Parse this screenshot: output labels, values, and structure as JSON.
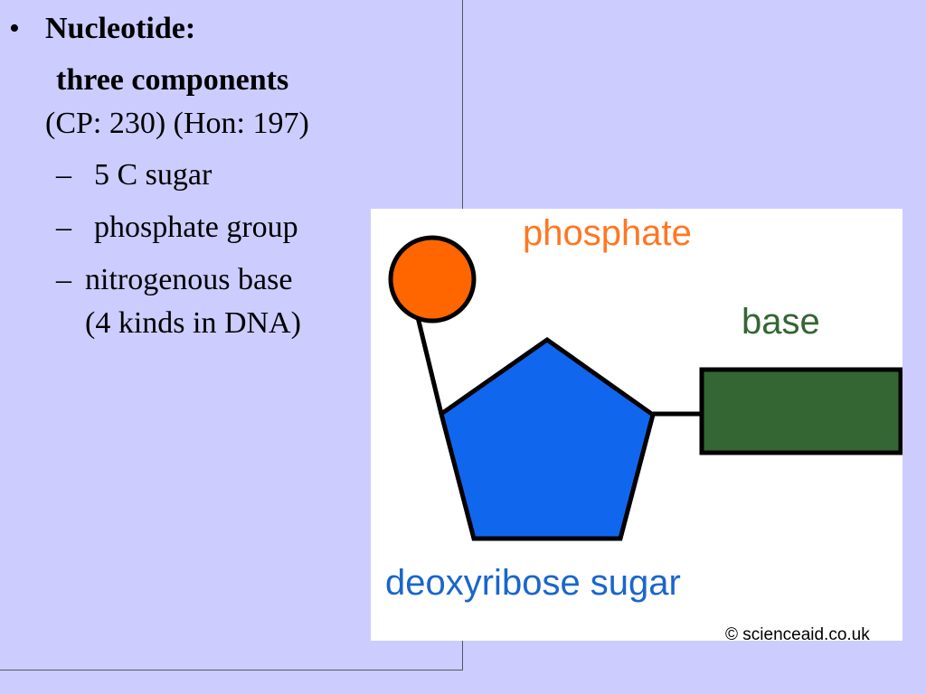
{
  "slide": {
    "bullet_symbol": "•",
    "heading": "Nucleotide:",
    "subheading": "three components",
    "references": "(CP: 230) (Hon: 197)",
    "items": [
      {
        "dash": "–",
        "text": "5 C sugar"
      },
      {
        "dash": "–",
        "text": "phosphate group"
      },
      {
        "dash": "–",
        "text": "nitrogenous base",
        "text_line2": "(4 kinds in DNA)"
      }
    ]
  },
  "figure": {
    "labels": {
      "phosphate": "phosphate",
      "base": "base",
      "sugar": "deoxyribose sugar"
    },
    "credit": "© scienceaid.co.uk",
    "colors": {
      "phosphate": "#ff6600",
      "phosphate_label": "#ff7722",
      "sugar": "#1166ee",
      "sugar_label": "#1a66cc",
      "base": "#336633",
      "base_label": "#336633",
      "outline": "#000000"
    }
  }
}
